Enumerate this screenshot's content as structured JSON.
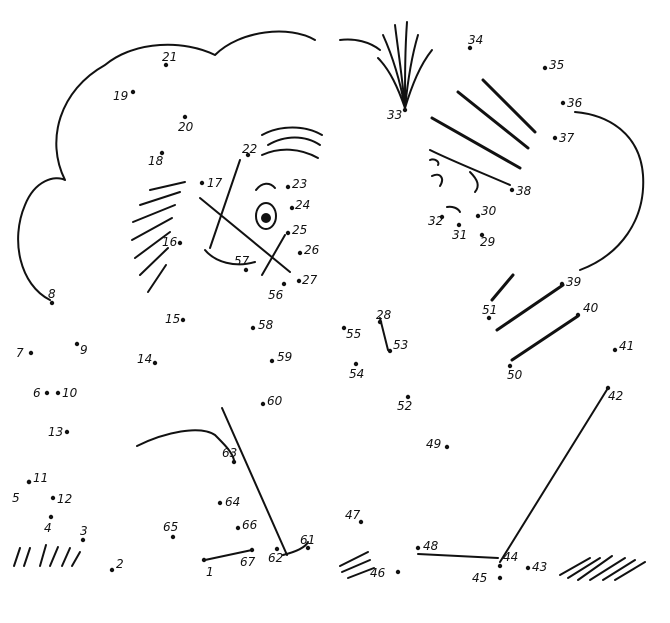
{
  "puzzle": {
    "numbers": [
      "1",
      "2",
      "3",
      "4",
      "5",
      "6",
      "7",
      "8",
      "9",
      "10",
      "11",
      "12",
      "13",
      "14",
      "15",
      "16",
      "17",
      "18",
      "19",
      "20",
      "21",
      "22",
      "23",
      "24",
      "25",
      "26",
      "27",
      "28",
      "29",
      "30",
      "31",
      "32",
      "33",
      "34",
      "35",
      "36",
      "37",
      "38",
      "39",
      "40",
      "41",
      "42",
      "43",
      "44",
      "45",
      "46",
      "47",
      "48",
      "49",
      "50",
      "51",
      "52",
      "53",
      "54",
      "55",
      "56",
      "57",
      "58",
      "59",
      "60",
      "61",
      "62",
      "63",
      "64",
      "65",
      "66",
      "67"
    ]
  }
}
